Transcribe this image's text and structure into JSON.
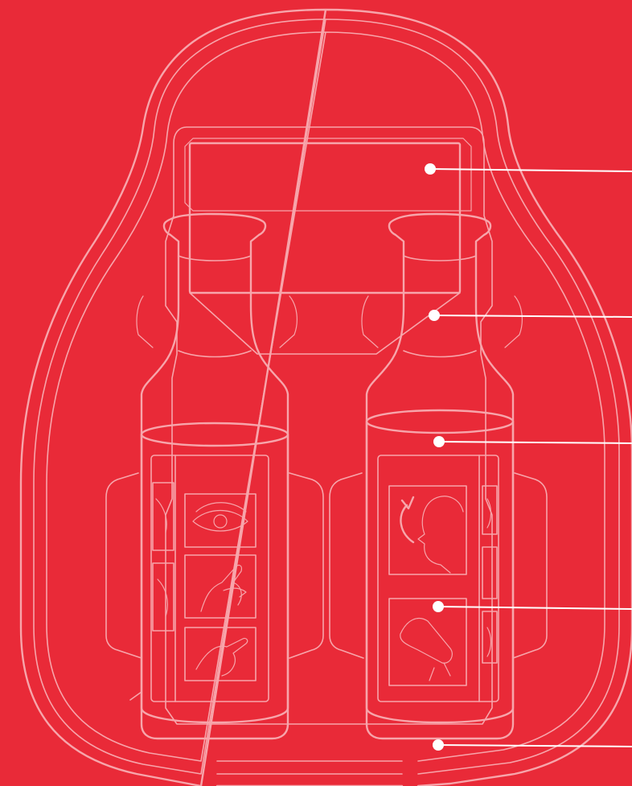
{
  "diagram": {
    "background_color": "#e92a38",
    "line_color": "#f7a5ab",
    "callout_color": "#ffffff",
    "callouts": [
      {
        "id": "callout-1",
        "label": ""
      },
      {
        "id": "callout-2",
        "label": ""
      },
      {
        "id": "callout-3",
        "label": ""
      },
      {
        "id": "callout-4",
        "label": ""
      },
      {
        "id": "callout-5",
        "label": ""
      }
    ],
    "icons": [
      "eye-icon",
      "hand-icon",
      "rotate-arrow-icon",
      "bottle-icon",
      "face-icon"
    ]
  }
}
